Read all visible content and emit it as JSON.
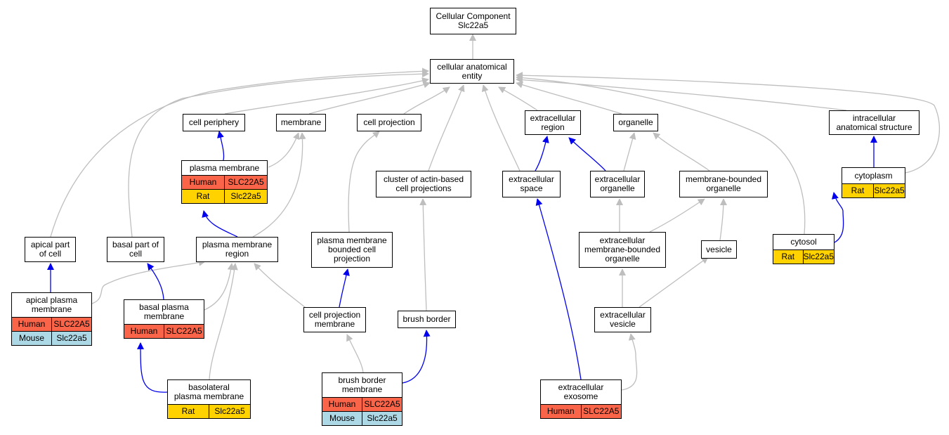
{
  "colors": {
    "edge_is_a": "#bebebe",
    "edge_part_of": "#0000ee",
    "human": "#fa6448",
    "rat": "#ffd200",
    "mouse": "#add8e6"
  },
  "nodes": [
    {
      "id": "root",
      "lines": [
        "Cellular Component",
        "Slc22a5"
      ]
    },
    {
      "id": "cae",
      "lines": [
        "cellular anatomical",
        "entity"
      ]
    },
    {
      "id": "periph",
      "lines": [
        "cell periphery"
      ]
    },
    {
      "id": "membrane",
      "lines": [
        "membrane"
      ]
    },
    {
      "id": "cellproj",
      "lines": [
        "cell projection"
      ]
    },
    {
      "id": "ecregion",
      "lines": [
        "extracellular",
        "region"
      ]
    },
    {
      "id": "organelle",
      "lines": [
        "organelle"
      ]
    },
    {
      "id": "intracell",
      "lines": [
        "intracellular",
        "anatomical structure"
      ]
    },
    {
      "id": "pm",
      "lines": [
        "plasma membrane"
      ],
      "rows": [
        {
          "species": "human",
          "cells": [
            "Human",
            "SLC22A5"
          ]
        },
        {
          "species": "rat",
          "cells": [
            "Rat",
            "Slc22a5"
          ]
        }
      ]
    },
    {
      "id": "actin",
      "lines": [
        "cluster of actin-based",
        "cell projections"
      ]
    },
    {
      "id": "ecspace",
      "lines": [
        "extracellular",
        "space"
      ]
    },
    {
      "id": "ecorg",
      "lines": [
        "extracellular",
        "organelle"
      ]
    },
    {
      "id": "mbo",
      "lines": [
        "membrane-bounded",
        "organelle"
      ]
    },
    {
      "id": "cytoplasm",
      "lines": [
        "cytoplasm"
      ],
      "rows": [
        {
          "species": "rat",
          "cells": [
            "Rat",
            "Slc22a5"
          ]
        }
      ]
    },
    {
      "id": "apical",
      "lines": [
        "apical part",
        "of cell"
      ]
    },
    {
      "id": "basal",
      "lines": [
        "basal part of",
        "cell"
      ]
    },
    {
      "id": "pmr",
      "lines": [
        "plasma membrane",
        "region"
      ]
    },
    {
      "id": "pmbcp",
      "lines": [
        "plasma membrane",
        "bounded cell",
        "projection"
      ]
    },
    {
      "id": "ecmbo",
      "lines": [
        "extracellular",
        "membrane-bounded",
        "organelle"
      ]
    },
    {
      "id": "vesicle",
      "lines": [
        "vesicle"
      ]
    },
    {
      "id": "cytosol",
      "lines": [
        "cytosol"
      ],
      "rows": [
        {
          "species": "rat",
          "cells": [
            "Rat",
            "Slc22a5"
          ]
        }
      ]
    },
    {
      "id": "apm",
      "lines": [
        "apical plasma",
        "membrane"
      ],
      "rows": [
        {
          "species": "human",
          "cells": [
            "Human",
            "SLC22A5"
          ]
        },
        {
          "species": "mouse",
          "cells": [
            "Mouse",
            "Slc22a5"
          ]
        }
      ]
    },
    {
      "id": "bpm",
      "lines": [
        "basal plasma",
        "membrane"
      ],
      "rows": [
        {
          "species": "human",
          "cells": [
            "Human",
            "SLC22A5"
          ]
        }
      ]
    },
    {
      "id": "cpm",
      "lines": [
        "cell projection",
        "membrane"
      ]
    },
    {
      "id": "bb",
      "lines": [
        "brush border"
      ]
    },
    {
      "id": "ecves",
      "lines": [
        "extracellular",
        "vesicle"
      ]
    },
    {
      "id": "blpm",
      "lines": [
        "basolateral",
        "plasma membrane"
      ],
      "rows": [
        {
          "species": "rat",
          "cells": [
            "Rat",
            "Slc22a5"
          ]
        }
      ]
    },
    {
      "id": "bbm",
      "lines": [
        "brush border",
        "membrane"
      ],
      "rows": [
        {
          "species": "human",
          "cells": [
            "Human",
            "SLC22A5"
          ]
        },
        {
          "species": "mouse",
          "cells": [
            "Mouse",
            "Slc22a5"
          ]
        }
      ]
    },
    {
      "id": "exosome",
      "lines": [
        "extracellular",
        "exosome"
      ],
      "rows": [
        {
          "species": "human",
          "cells": [
            "Human",
            "SLC22A5"
          ]
        }
      ]
    }
  ],
  "edges": [
    {
      "from": "cae",
      "to": "root",
      "kind": "is_a"
    },
    {
      "from": "periph",
      "to": "cae",
      "kind": "is_a"
    },
    {
      "from": "membrane",
      "to": "cae",
      "kind": "is_a"
    },
    {
      "from": "cellproj",
      "to": "cae",
      "kind": "is_a"
    },
    {
      "from": "ecregion",
      "to": "cae",
      "kind": "is_a"
    },
    {
      "from": "organelle",
      "to": "cae",
      "kind": "is_a"
    },
    {
      "from": "intracell",
      "to": "cae",
      "kind": "is_a"
    },
    {
      "from": "actin",
      "to": "cae",
      "kind": "is_a"
    },
    {
      "from": "ecspace",
      "to": "cae",
      "kind": "is_a"
    },
    {
      "from": "cytoplasm",
      "to": "cae",
      "kind": "is_a"
    },
    {
      "from": "apical",
      "to": "cae",
      "kind": "is_a"
    },
    {
      "from": "basal",
      "to": "cae",
      "kind": "is_a"
    },
    {
      "from": "cytosol",
      "to": "cae",
      "kind": "is_a"
    },
    {
      "from": "pm",
      "to": "periph",
      "kind": "part_of"
    },
    {
      "from": "pm",
      "to": "membrane",
      "kind": "is_a"
    },
    {
      "from": "pmr",
      "to": "pm",
      "kind": "part_of"
    },
    {
      "from": "pmr",
      "to": "membrane",
      "kind": "is_a"
    },
    {
      "from": "pmbcp",
      "to": "cellproj",
      "kind": "is_a"
    },
    {
      "from": "ecspace",
      "to": "ecregion",
      "kind": "part_of"
    },
    {
      "from": "ecorg",
      "to": "ecregion",
      "kind": "part_of"
    },
    {
      "from": "ecorg",
      "to": "organelle",
      "kind": "is_a"
    },
    {
      "from": "mbo",
      "to": "organelle",
      "kind": "is_a"
    },
    {
      "from": "cytoplasm",
      "to": "intracell",
      "kind": "part_of"
    },
    {
      "from": "cytosol",
      "to": "cytoplasm",
      "kind": "part_of"
    },
    {
      "from": "ecmbo",
      "to": "ecorg",
      "kind": "is_a"
    },
    {
      "from": "ecmbo",
      "to": "mbo",
      "kind": "is_a"
    },
    {
      "from": "vesicle",
      "to": "mbo",
      "kind": "is_a"
    },
    {
      "from": "apm",
      "to": "apical",
      "kind": "part_of"
    },
    {
      "from": "apm",
      "to": "pmr",
      "kind": "is_a"
    },
    {
      "from": "bpm",
      "to": "basal",
      "kind": "part_of"
    },
    {
      "from": "bpm",
      "to": "pmr",
      "kind": "is_a"
    },
    {
      "from": "cpm",
      "to": "pmr",
      "kind": "is_a"
    },
    {
      "from": "cpm",
      "to": "pmbcp",
      "kind": "part_of"
    },
    {
      "from": "bb",
      "to": "actin",
      "kind": "is_a"
    },
    {
      "from": "ecves",
      "to": "ecmbo",
      "kind": "is_a"
    },
    {
      "from": "ecves",
      "to": "vesicle",
      "kind": "is_a"
    },
    {
      "from": "blpm",
      "to": "bpm",
      "kind": "part_of"
    },
    {
      "from": "blpm",
      "to": "pmr",
      "kind": "is_a"
    },
    {
      "from": "bbm",
      "to": "cpm",
      "kind": "is_a"
    },
    {
      "from": "bbm",
      "to": "bb",
      "kind": "part_of"
    },
    {
      "from": "exosome",
      "to": "ecspace",
      "kind": "part_of"
    },
    {
      "from": "exosome",
      "to": "ecves",
      "kind": "is_a"
    }
  ]
}
